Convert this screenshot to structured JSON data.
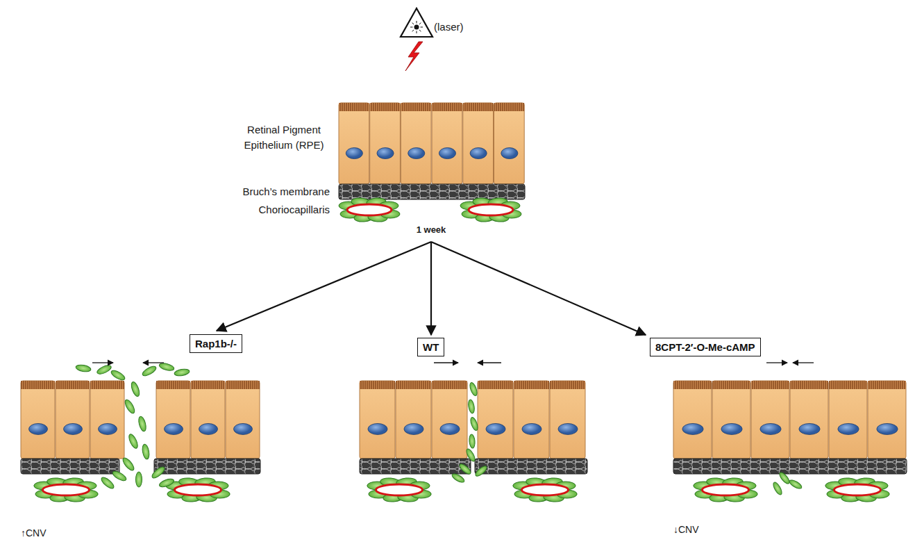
{
  "diagram": {
    "nodes": [
      {
        "text": [
          "Rap1b-/-"
        ]
      },
      {
        "text": [
          "WT"
        ]
      },
      {
        "text": [
          "8CPT-2′-O-Me-cAMP"
        ]
      }
    ],
    "labels": [
      "(laser)",
      "Retinal Pigment Epithelium (RPE)",
      "Bruch’s membrane",
      "Choriocapillaris",
      "1 week",
      "↑CNV",
      "↓CNV"
    ]
  }
}
